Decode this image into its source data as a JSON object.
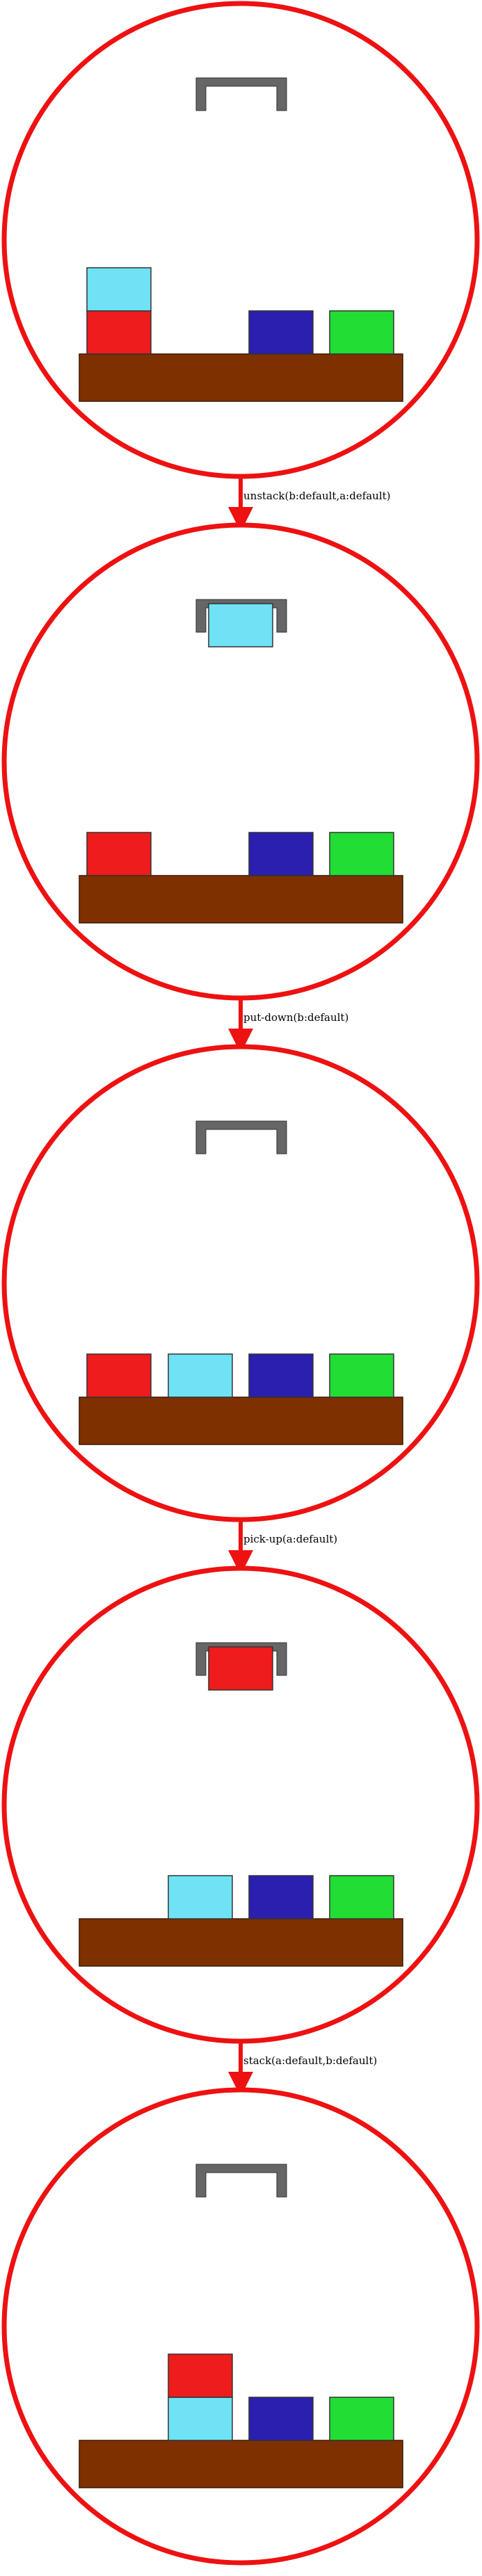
{
  "colors": {
    "circle_stroke": "#ee1111",
    "arrow": "#ee1111",
    "table": "#7f3000",
    "gripper": "#666666",
    "block_outline": "#333333"
  },
  "blocks": {
    "a": {
      "color": "#ee1c1c"
    },
    "b": {
      "color": "#6fe3f5"
    },
    "c": {
      "color": "#2a1fae"
    },
    "d": {
      "color": "#22dd33"
    }
  },
  "states": [
    {
      "columns": [
        [
          "a",
          "b"
        ],
        [],
        [
          "c"
        ],
        [
          "d"
        ]
      ],
      "holding": null
    },
    {
      "columns": [
        [
          "a"
        ],
        [],
        [
          "c"
        ],
        [
          "d"
        ]
      ],
      "holding": "b"
    },
    {
      "columns": [
        [
          "a"
        ],
        [
          "b"
        ],
        [
          "c"
        ],
        [
          "d"
        ]
      ],
      "holding": null
    },
    {
      "columns": [
        [],
        [
          "b"
        ],
        [
          "c"
        ],
        [
          "d"
        ]
      ],
      "holding": "a"
    },
    {
      "columns": [
        [],
        [
          "b",
          "a"
        ],
        [
          "c"
        ],
        [
          "d"
        ]
      ],
      "holding": null
    }
  ],
  "actions": [
    "unstack(b:default,a:default)",
    "put-down(b:default)",
    "pick-up(a:default)",
    "stack(a:default,b:default)"
  ]
}
